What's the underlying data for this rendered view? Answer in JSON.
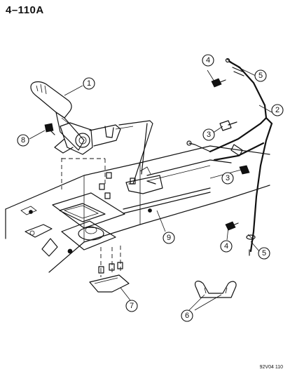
{
  "header": {
    "title": "4–110A"
  },
  "footer": {
    "code": "92V04 110"
  },
  "callouts": [
    {
      "id": "c1",
      "label": "1"
    },
    {
      "id": "c2",
      "label": "2"
    },
    {
      "id": "c3a",
      "label": "3"
    },
    {
      "id": "c3b",
      "label": "3"
    },
    {
      "id": "c4a",
      "label": "4"
    },
    {
      "id": "c4b",
      "label": "4"
    },
    {
      "id": "c5a",
      "label": "5"
    },
    {
      "id": "c5b",
      "label": "5"
    },
    {
      "id": "c6",
      "label": "6"
    },
    {
      "id": "c7",
      "label": "7"
    },
    {
      "id": "c8",
      "label": "8"
    },
    {
      "id": "c9",
      "label": "9"
    }
  ]
}
